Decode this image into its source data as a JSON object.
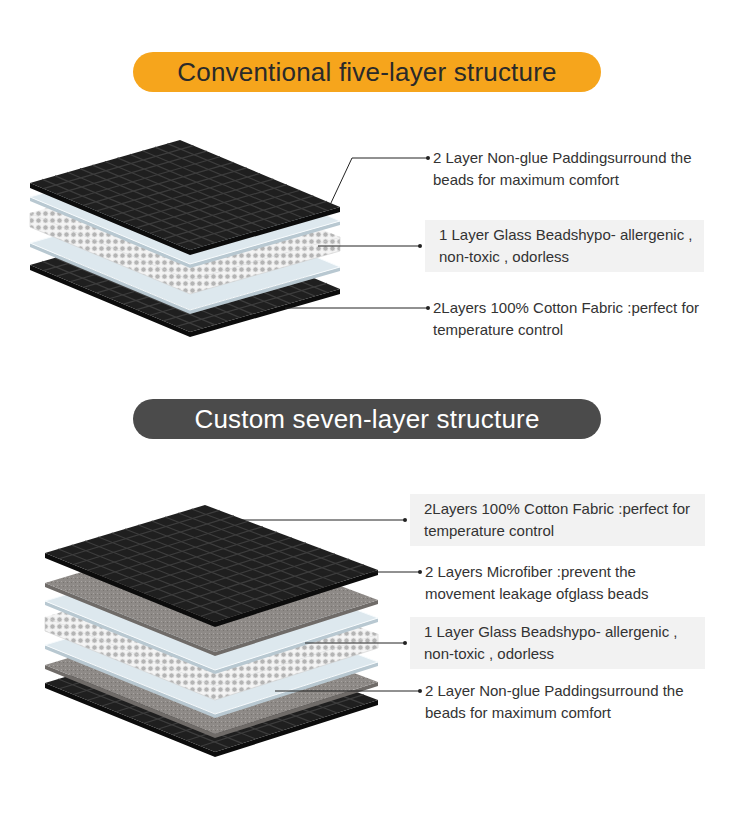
{
  "diagram": {
    "nodes": [
      {
        "text": [
          "Conventional five-layer structure"
        ]
      },
      {
        "text": [
          "Custom seven-layer structure"
        ]
      }
    ],
    "labels": [
      "2 Layer Non-glue Paddingsurround the beads for maximum comfort",
      "1 Layer Glass Beadshypo- allergenic , non-toxic , odorless",
      "2Layers 100% Cotton Fabric :perfect for temperature control",
      "2Layers 100% Cotton Fabric :perfect for temperature control",
      "2 Layers Microfiber :prevent the movement leakage ofglass beads",
      "1 Layer Glass Beadshypo- allergenic , non-toxic , odorless",
      "2 Layer Non-glue Paddingsurround the beads for maximum comfort"
    ]
  }
}
